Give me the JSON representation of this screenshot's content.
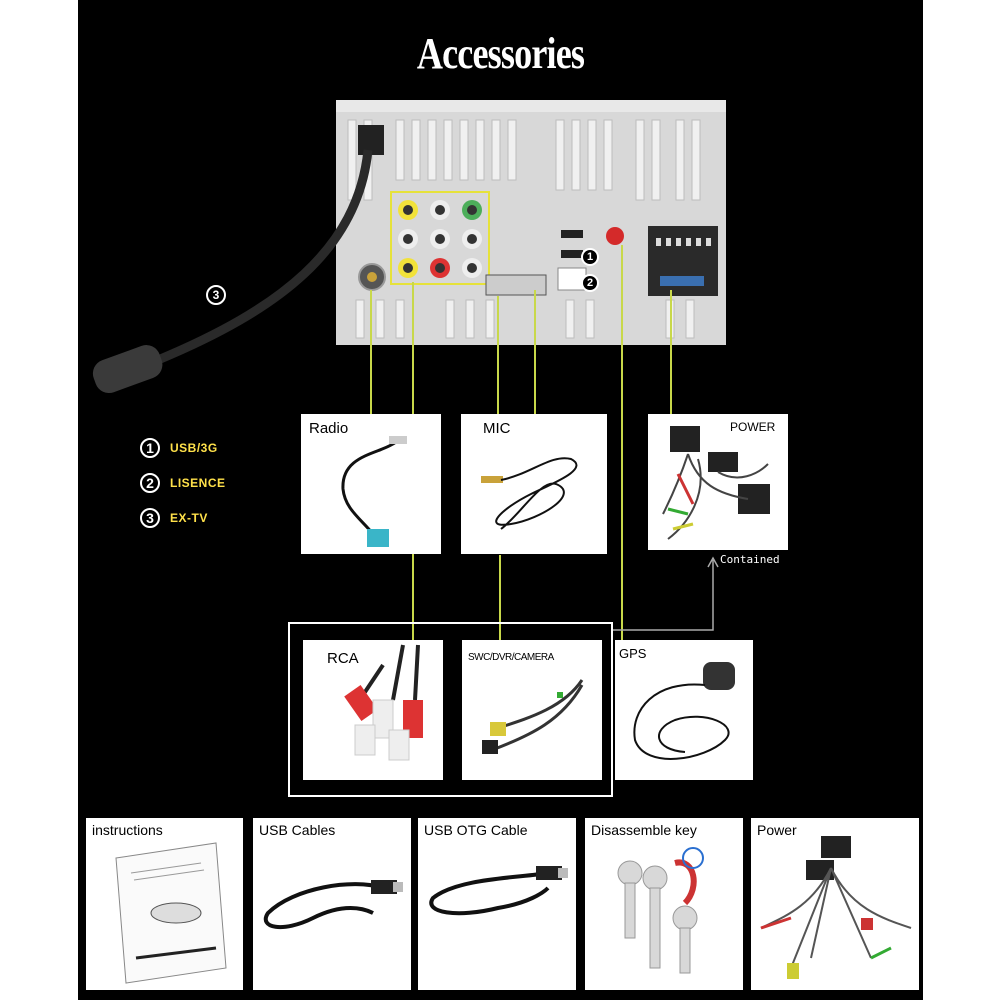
{
  "title": "Accessories",
  "legend": [
    {
      "num": "1",
      "text": "USB/3G"
    },
    {
      "num": "2",
      "text": "LISENCE"
    },
    {
      "num": "3",
      "text": "EX-TV"
    }
  ],
  "cable_marker": "3",
  "port_markers": {
    "usb1": "1",
    "usb2": "2"
  },
  "panels": {
    "radio": "Radio",
    "mic": "MIC",
    "power_top": "POWER",
    "contained": "Contained",
    "rca": "RCA",
    "swc": "SWC/DVR/CAMERA",
    "gps": "GPS"
  },
  "bottom": [
    {
      "label": "instructions"
    },
    {
      "label": "USB Cables"
    },
    {
      "label": "USB OTG Cable"
    },
    {
      "label": "Disassemble key"
    },
    {
      "label": "Power"
    }
  ],
  "colors": {
    "background": "#000000",
    "connector_line": "#c8d84a",
    "legend_text": "#ffe14a"
  }
}
